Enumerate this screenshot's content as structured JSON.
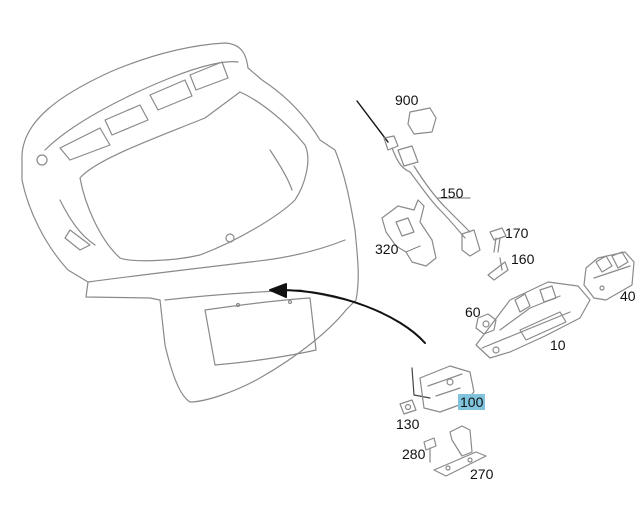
{
  "diagram": {
    "part_labels": [
      {
        "id": "p900",
        "text": "900"
      },
      {
        "id": "p150",
        "text": "150"
      },
      {
        "id": "p170",
        "text": "170"
      },
      {
        "id": "p160",
        "text": "160"
      },
      {
        "id": "p320",
        "text": "320"
      },
      {
        "id": "p40",
        "text": "40"
      },
      {
        "id": "p60",
        "text": "60"
      },
      {
        "id": "p10",
        "text": "10"
      },
      {
        "id": "p100",
        "text": "100",
        "highlighted": true
      },
      {
        "id": "p130",
        "text": "130"
      },
      {
        "id": "p280",
        "text": "280"
      },
      {
        "id": "p270",
        "text": "270"
      }
    ],
    "highlight_color": "#7fc3dc",
    "line_color": "#777777"
  }
}
